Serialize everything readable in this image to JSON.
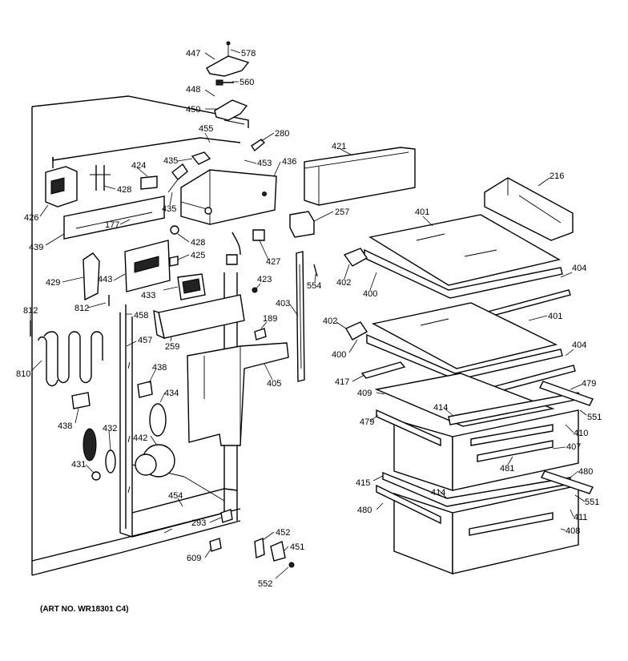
{
  "diagram": {
    "art_no": "(ART NO. WR18301 C4)",
    "labels": [
      {
        "id": "p447",
        "text": "447"
      },
      {
        "id": "p578",
        "text": "578"
      },
      {
        "id": "p448",
        "text": "448"
      },
      {
        "id": "p560",
        "text": "560"
      },
      {
        "id": "p450",
        "text": "450"
      },
      {
        "id": "p455",
        "text": "455"
      },
      {
        "id": "p280",
        "text": "280"
      },
      {
        "id": "p435a",
        "text": "435"
      },
      {
        "id": "p453",
        "text": "453"
      },
      {
        "id": "p436",
        "text": "436"
      },
      {
        "id": "p421",
        "text": "421"
      },
      {
        "id": "p216",
        "text": "216"
      },
      {
        "id": "p424",
        "text": "424"
      },
      {
        "id": "p428a",
        "text": "428"
      },
      {
        "id": "p426",
        "text": "426"
      },
      {
        "id": "p435b",
        "text": "435"
      },
      {
        "id": "p177",
        "text": "177"
      },
      {
        "id": "p257",
        "text": "257"
      },
      {
        "id": "p401a",
        "text": "401"
      },
      {
        "id": "p439",
        "text": "439"
      },
      {
        "id": "p428b",
        "text": "428"
      },
      {
        "id": "p425",
        "text": "425"
      },
      {
        "id": "p427",
        "text": "427"
      },
      {
        "id": "p429",
        "text": "429"
      },
      {
        "id": "p443",
        "text": "443"
      },
      {
        "id": "p423",
        "text": "423"
      },
      {
        "id": "p554",
        "text": "554"
      },
      {
        "id": "p402a",
        "text": "402"
      },
      {
        "id": "p404a",
        "text": "404"
      },
      {
        "id": "p433",
        "text": "433"
      },
      {
        "id": "p400a",
        "text": "400"
      },
      {
        "id": "p812a",
        "text": "812"
      },
      {
        "id": "p812b",
        "text": "812"
      },
      {
        "id": "p458",
        "text": "458"
      },
      {
        "id": "p403",
        "text": "403"
      },
      {
        "id": "p189",
        "text": "189"
      },
      {
        "id": "p401b",
        "text": "401"
      },
      {
        "id": "p402b",
        "text": "402"
      },
      {
        "id": "p259",
        "text": "259"
      },
      {
        "id": "p457",
        "text": "457"
      },
      {
        "id": "p400b",
        "text": "400"
      },
      {
        "id": "p404b",
        "text": "404"
      },
      {
        "id": "p810",
        "text": "810"
      },
      {
        "id": "p438a",
        "text": "438"
      },
      {
        "id": "p405",
        "text": "405"
      },
      {
        "id": "p417",
        "text": "417"
      },
      {
        "id": "p479a",
        "text": "479"
      },
      {
        "id": "p434",
        "text": "434"
      },
      {
        "id": "p409",
        "text": "409"
      },
      {
        "id": "p438b",
        "text": "438"
      },
      {
        "id": "p414a",
        "text": "414"
      },
      {
        "id": "p479b",
        "text": "479"
      },
      {
        "id": "p551a",
        "text": "551"
      },
      {
        "id": "p410",
        "text": "410"
      },
      {
        "id": "p442",
        "text": "442"
      },
      {
        "id": "p432",
        "text": "432"
      },
      {
        "id": "p407",
        "text": "407"
      },
      {
        "id": "p481",
        "text": "481"
      },
      {
        "id": "p431",
        "text": "431"
      },
      {
        "id": "p480a",
        "text": "480"
      },
      {
        "id": "p415",
        "text": "415"
      },
      {
        "id": "p414b",
        "text": "414"
      },
      {
        "id": "p454",
        "text": "454"
      },
      {
        "id": "p551b",
        "text": "551"
      },
      {
        "id": "p480b",
        "text": "480"
      },
      {
        "id": "p411",
        "text": "411"
      },
      {
        "id": "p293",
        "text": "293"
      },
      {
        "id": "p408",
        "text": "408"
      },
      {
        "id": "p452",
        "text": "452"
      },
      {
        "id": "p451",
        "text": "451"
      },
      {
        "id": "p609",
        "text": "609"
      },
      {
        "id": "p552",
        "text": "552"
      }
    ]
  }
}
